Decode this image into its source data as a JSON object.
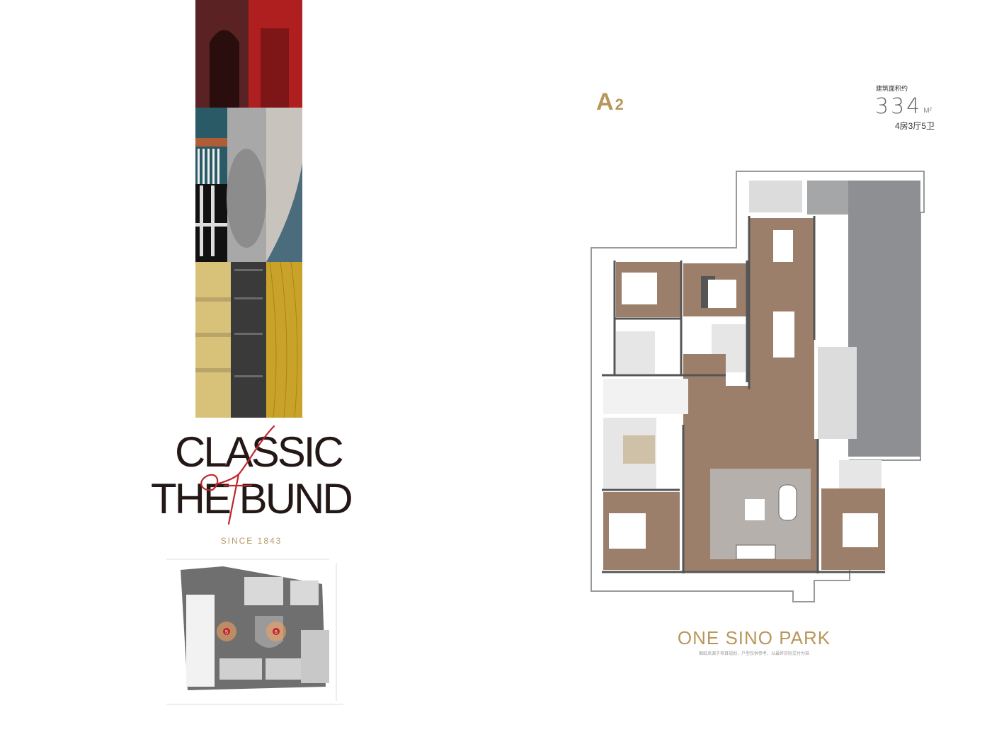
{
  "logo": {
    "line1": "CLASSIC",
    "script": "of",
    "line2": "THE BUND",
    "tagline": "SINCE 1843"
  },
  "siteplan": {
    "markers": [
      "5",
      "6"
    ]
  },
  "unit": {
    "code_letter": "A",
    "code_number": "2",
    "area_label": "建筑面积约",
    "area_value": "334",
    "area_unit": "M²",
    "layout": "4房3厅5卫"
  },
  "brand": {
    "name": "ONE SINO PARK",
    "disclaimer": "图纸来源于项目规划，户型仅供参考，以最终实际交付为准"
  },
  "colors": {
    "gold": "#b9975b",
    "wood": "#9c7f6b",
    "gray": "#8e8f92",
    "red": "#c0262c"
  }
}
